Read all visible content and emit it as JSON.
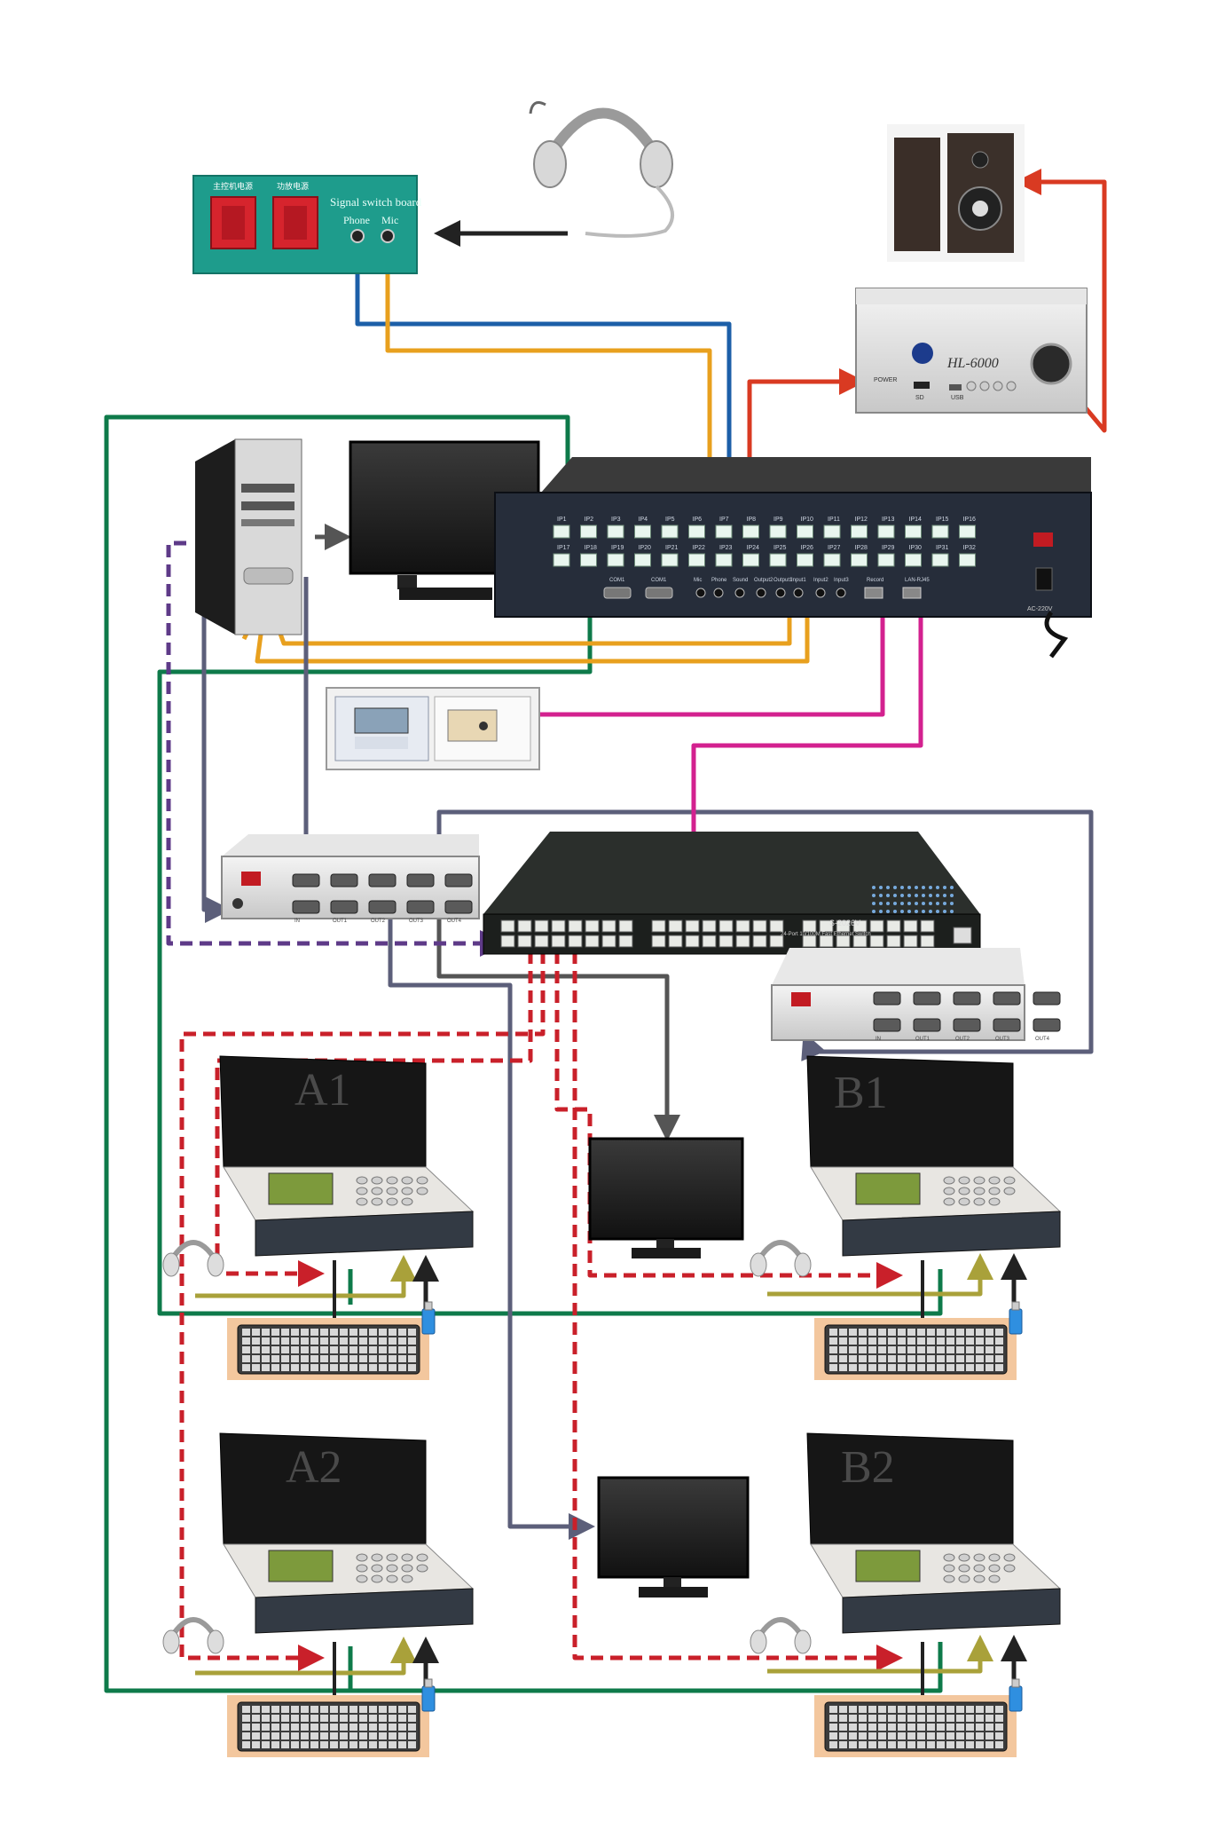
{
  "switch_board": {
    "label_left": "主控机电源",
    "label_mid": "功放电源",
    "title": "Signal switch board",
    "phone_label": "Phone",
    "mic_label": "Mic"
  },
  "amplifier": {
    "model": "HL-6000",
    "power_label": "POWER",
    "sd_label": "SD",
    "usb_label": "USB"
  },
  "main_unit": {
    "ports_top": [
      "IP1",
      "IP2",
      "IP3",
      "IP4",
      "IP5",
      "IP6",
      "IP7",
      "IP8",
      "IP9",
      "IP10",
      "IP11",
      "IP12",
      "IP13",
      "IP14",
      "IP15",
      "IP16"
    ],
    "ports_bottom": [
      "IP17",
      "IP18",
      "IP19",
      "IP20",
      "IP21",
      "IP22",
      "IP23",
      "IP24",
      "IP25",
      "IP26",
      "IP27",
      "IP28",
      "IP29",
      "IP30",
      "IP31",
      "IP32"
    ],
    "rear_labels": [
      "COM1",
      "COM1",
      "Mic",
      "Phone",
      "Sound",
      "Output2",
      "Output1",
      "Input1",
      "Input2",
      "Input3",
      "Record",
      "LAN-RJ45"
    ],
    "switch_label": "AC-220V"
  },
  "network_switch": {
    "model": "S-2026V",
    "subtitle": "24-Port 10/100M Fast Ethernet Switch"
  },
  "vga_splitter": {
    "port_labels": [
      "IN",
      "OUT1",
      "OUT2",
      "OUT3",
      "OUT4"
    ]
  },
  "stations": [
    {
      "id": "A1"
    },
    {
      "id": "B1"
    },
    {
      "id": "A2"
    },
    {
      "id": "B2"
    }
  ],
  "colors": {
    "green": "#0e7a4a",
    "blue": "#1c5fa8",
    "orange": "#e8a01e",
    "red": "#d93a22",
    "purple": "#5e3a88",
    "slate": "#5c5f7a",
    "magenta": "#d3218f",
    "olive": "#a9a13a",
    "dashed_red": "#c9202a",
    "dark_gray": "#555555",
    "black": "#222222"
  }
}
